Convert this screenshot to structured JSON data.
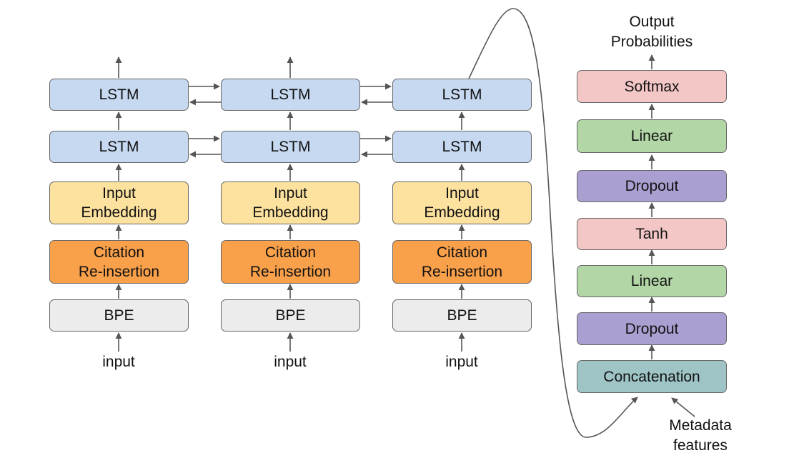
{
  "encoder": {
    "columns": [
      {
        "lstm_top": "LSTM",
        "lstm_bottom": "LSTM",
        "embedding": "Input\nEmbedding",
        "citation": "Citation\nRe-insertion",
        "bpe": "BPE",
        "input": "input"
      },
      {
        "lstm_top": "LSTM",
        "lstm_bottom": "LSTM",
        "embedding": "Input\nEmbedding",
        "citation": "Citation\nRe-insertion",
        "bpe": "BPE",
        "input": "input"
      },
      {
        "lstm_top": "LSTM",
        "lstm_bottom": "LSTM",
        "embedding": "Input\nEmbedding",
        "citation": "Citation\nRe-insertion",
        "bpe": "BPE",
        "input": "input"
      }
    ]
  },
  "classifier": {
    "output_label": "Output\nProbabilities",
    "softmax": "Softmax",
    "linear_top": "Linear",
    "dropout_top": "Dropout",
    "tanh": "Tanh",
    "linear_bottom": "Linear",
    "dropout_bottom": "Dropout",
    "concatenation": "Concatenation",
    "metadata_label": "Metadata\nfeatures"
  },
  "colors": {
    "lstm": "#c6d9f1",
    "embedding": "#fde29f",
    "citation": "#f9a04a",
    "bpe": "#ececec",
    "softmax": "#f4c7c7",
    "tanh": "#f4c7c7",
    "linear": "#b2d6a6",
    "dropout": "#ab9fd1",
    "concatenation": "#9ec4c6",
    "arrow": "#555555"
  }
}
